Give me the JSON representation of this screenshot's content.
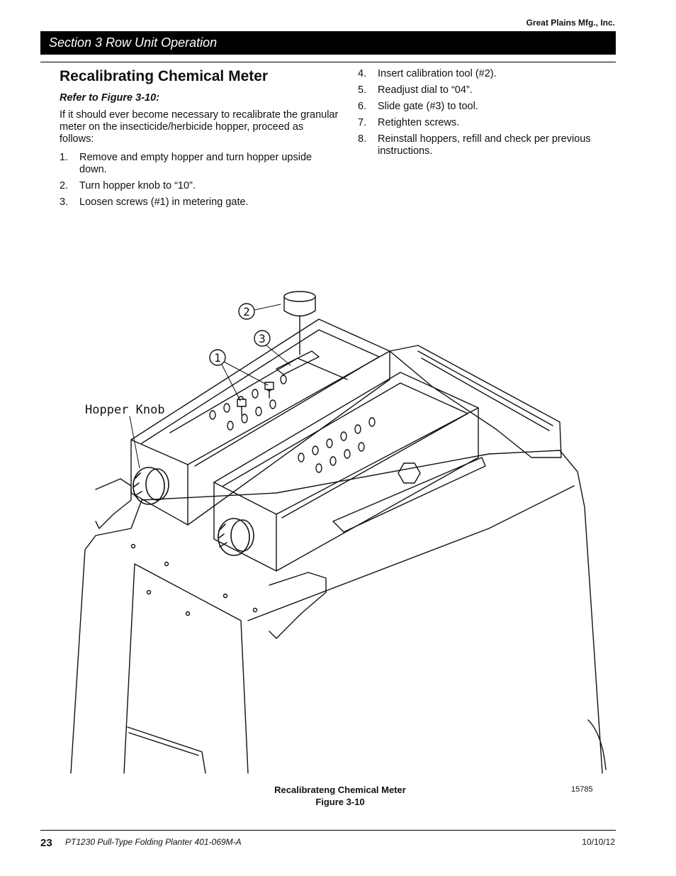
{
  "header": {
    "company": "Great Plains Mfg., Inc.",
    "section": "Section 3 Row Unit Operation"
  },
  "content": {
    "title": "Recalibrating Chemical Meter",
    "refer": "Refer to Figure 3-10:",
    "intro": "If it should ever become necessary to recalibrate the granular meter on the insecticide/herbicide hopper, proceed as follows:",
    "steps_left": [
      {
        "num": "1.",
        "text": "Remove and empty hopper and turn hopper upside down."
      },
      {
        "num": "2.",
        "text": "Turn hopper knob to “10”."
      },
      {
        "num": "3.",
        "text": "Loosen screws (#1) in metering gate."
      }
    ],
    "steps_right": [
      {
        "num": "4.",
        "text": "Insert calibration tool (#2)."
      },
      {
        "num": "5.",
        "text": "Readjust dial to “04”."
      },
      {
        "num": "6.",
        "text": "Slide gate (#3) to tool."
      },
      {
        "num": "7.",
        "text": "Retighten screws."
      },
      {
        "num": "8.",
        "text": "Reinstall hoppers, refill and check per previous instructions."
      }
    ]
  },
  "figure": {
    "callouts": {
      "one": "1",
      "two": "2",
      "three": "3"
    },
    "knob_label": "Hopper Knob",
    "caption_title": "Recalibrateng Chemical Meter",
    "caption_number": "Figure 3-10",
    "drawing_number": "15785"
  },
  "footer": {
    "page": "23",
    "doc": "PT1230 Pull-Type Folding Planter   401-069M-A",
    "date": "10/10/12"
  }
}
